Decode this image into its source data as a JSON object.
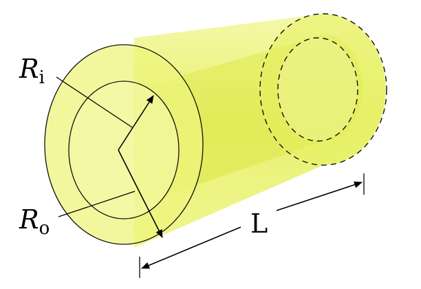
{
  "labels": {
    "inner_radius": {
      "main": "R",
      "sub": "i"
    },
    "outer_radius": {
      "main": "R",
      "sub": "o"
    },
    "length": "L"
  },
  "colors": {
    "background": "#ffffff",
    "shell_fill": "#e9f26a",
    "shell_dark": "#cfe23a",
    "outline": "#111111"
  }
}
